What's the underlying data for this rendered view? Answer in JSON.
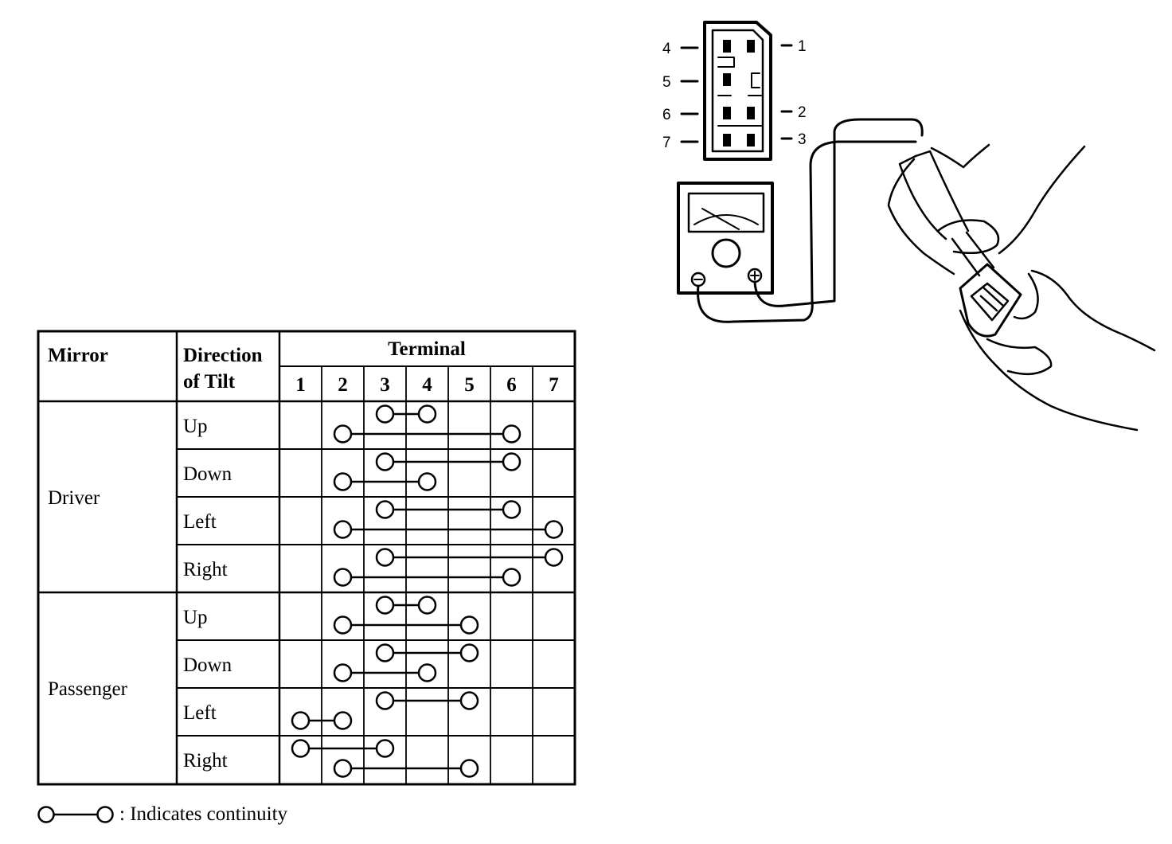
{
  "connector": {
    "pin_labels_left": [
      "4",
      "5",
      "6",
      "7"
    ],
    "pin_labels_right": [
      "1",
      "2",
      "3"
    ]
  },
  "table": {
    "header_mirror": "Mirror",
    "header_direction_line1": "Direction",
    "header_direction_line2": "of Tilt",
    "header_terminal": "Terminal",
    "terminals": [
      "1",
      "2",
      "3",
      "4",
      "5",
      "6",
      "7"
    ],
    "groups": [
      {
        "mirror": "Driver",
        "rows": [
          {
            "direction": "Up",
            "pairs": [
              [
                3,
                4
              ],
              [
                2,
                6
              ]
            ]
          },
          {
            "direction": "Down",
            "pairs": [
              [
                3,
                6
              ],
              [
                2,
                4
              ]
            ]
          },
          {
            "direction": "Left",
            "pairs": [
              [
                3,
                6
              ],
              [
                2,
                7
              ]
            ]
          },
          {
            "direction": "Right",
            "pairs": [
              [
                3,
                7
              ],
              [
                2,
                6
              ]
            ]
          }
        ]
      },
      {
        "mirror": "Passenger",
        "rows": [
          {
            "direction": "Up",
            "pairs": [
              [
                3,
                4
              ],
              [
                2,
                5
              ]
            ]
          },
          {
            "direction": "Down",
            "pairs": [
              [
                3,
                5
              ],
              [
                2,
                4
              ]
            ]
          },
          {
            "direction": "Left",
            "pairs": [
              [
                3,
                5
              ],
              [
                1,
                2
              ]
            ]
          },
          {
            "direction": "Right",
            "pairs": [
              [
                1,
                3
              ],
              [
                2,
                5
              ]
            ]
          }
        ]
      }
    ]
  },
  "legend": {
    "text": ": Indicates continuity"
  }
}
